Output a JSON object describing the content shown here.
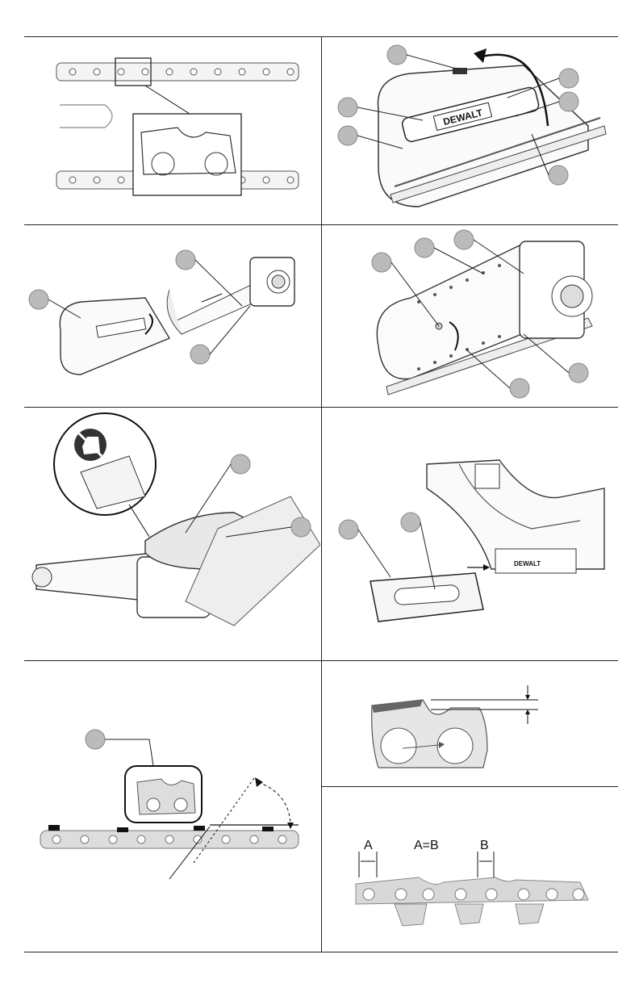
{
  "figures": {
    "fig_dewalt_wrench": {
      "brand_text": "DEWALT"
    },
    "fig_battery": {
      "brand_text": "DEWALT"
    },
    "fig_chain_spacing": {
      "label_a": "A",
      "label_eq": "A=B",
      "label_b": "B"
    }
  }
}
